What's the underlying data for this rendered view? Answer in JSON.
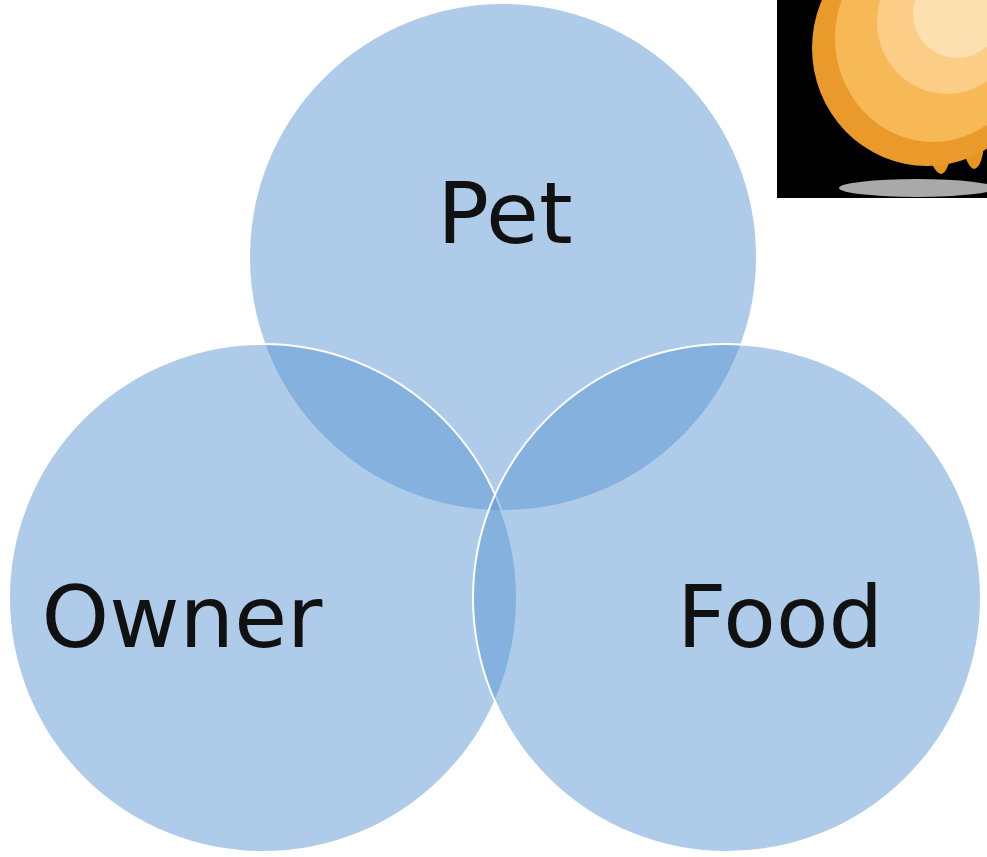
{
  "diagram": {
    "nodes": [
      {
        "text": [
          "Pet"
        ]
      },
      {
        "text": [
          "Owner"
        ]
      },
      {
        "text": [
          "Food"
        ]
      }
    ]
  }
}
